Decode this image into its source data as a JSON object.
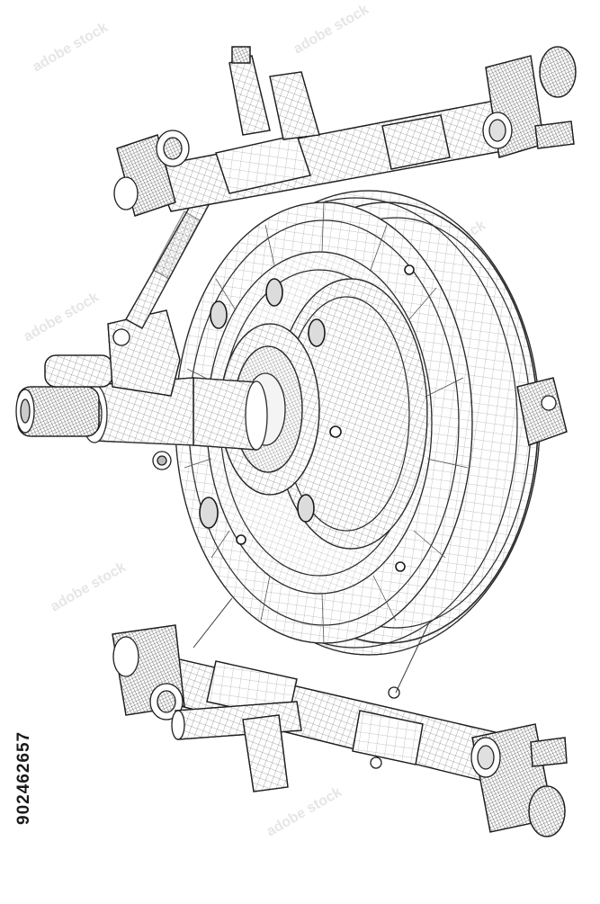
{
  "image": {
    "subject": "wireframe suspension assembly",
    "stroke_color": "#2a2a2a",
    "background": "#ffffff"
  },
  "watermark": {
    "stock_id": "902462657",
    "pattern_text": "adobe stock"
  }
}
